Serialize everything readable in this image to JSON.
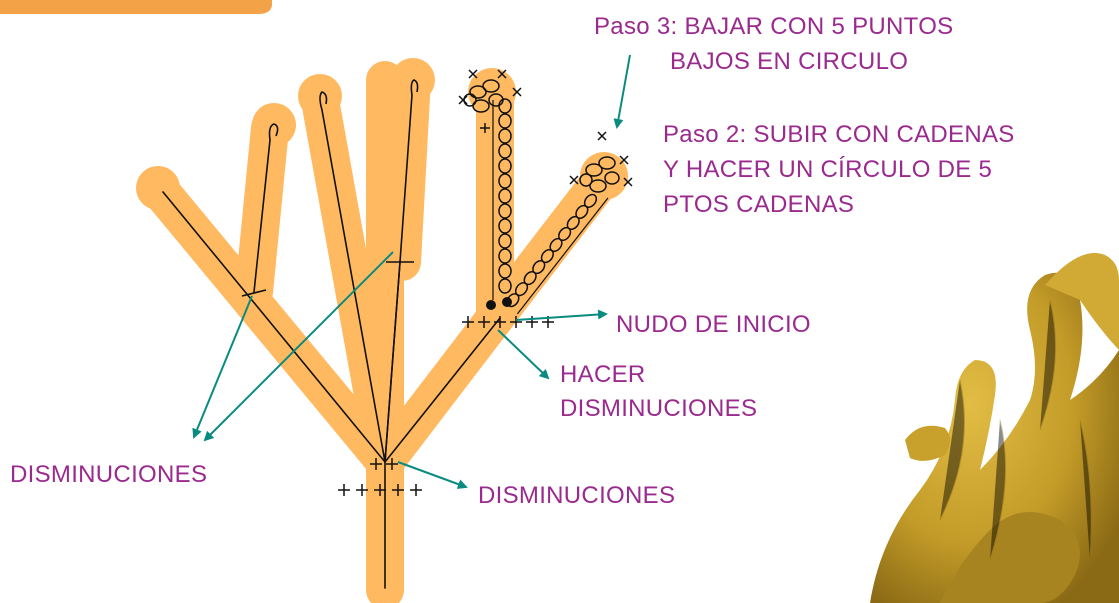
{
  "colors": {
    "branch": "#ffb961",
    "label_text": "#9b2a8f",
    "arrow": "#0a8b80",
    "stitch": "#111111",
    "yarn_sculpture": "#c9a22e"
  },
  "labels": {
    "step3_line1": "Paso 3: BAJAR CON 5 PUNTOS",
    "step3_line2": "BAJOS EN CIRCULO",
    "step2_line1": "Paso 2: SUBIR CON CADENAS",
    "step2_line2": "Y HACER UN CÍRCULO DE 5",
    "step2_line3": "PTOS CADENAS",
    "start_knot": "NUDO DE INICIO",
    "make_decreases_line1": "HACER",
    "make_decreases_line2": "DISMINUCIONES",
    "decreases_left": "DISMINUCIONES",
    "decreases_bottom": "DISMINUCIONES"
  },
  "icons": {
    "crochet_chain_stitch": "chain-stitch-icon",
    "single_crochet": "plus-stitch-icon",
    "slip_stitch": "dot-stitch-icon"
  }
}
